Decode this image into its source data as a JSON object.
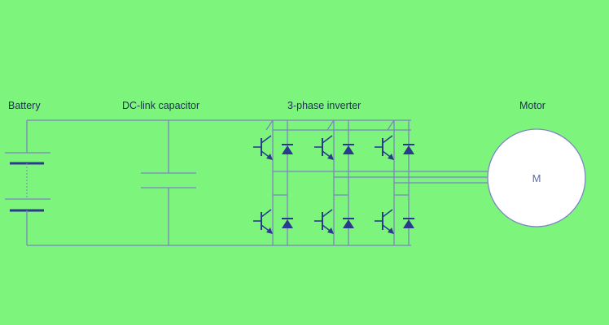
{
  "colors": {
    "background": "#7df57d",
    "wire": "#7d84c4",
    "component": "#2b3b8c",
    "text": "#1e2a5a"
  },
  "labels": {
    "battery": "Battery",
    "dc_link_capacitor": "DC-link capacitor",
    "inverter": "3-phase inverter",
    "motor": "Motor",
    "motor_symbol": "M"
  },
  "inverter": {
    "phases": 3,
    "switches_per_phase": 2,
    "switch_type": "IGBT with anti-parallel diode"
  }
}
